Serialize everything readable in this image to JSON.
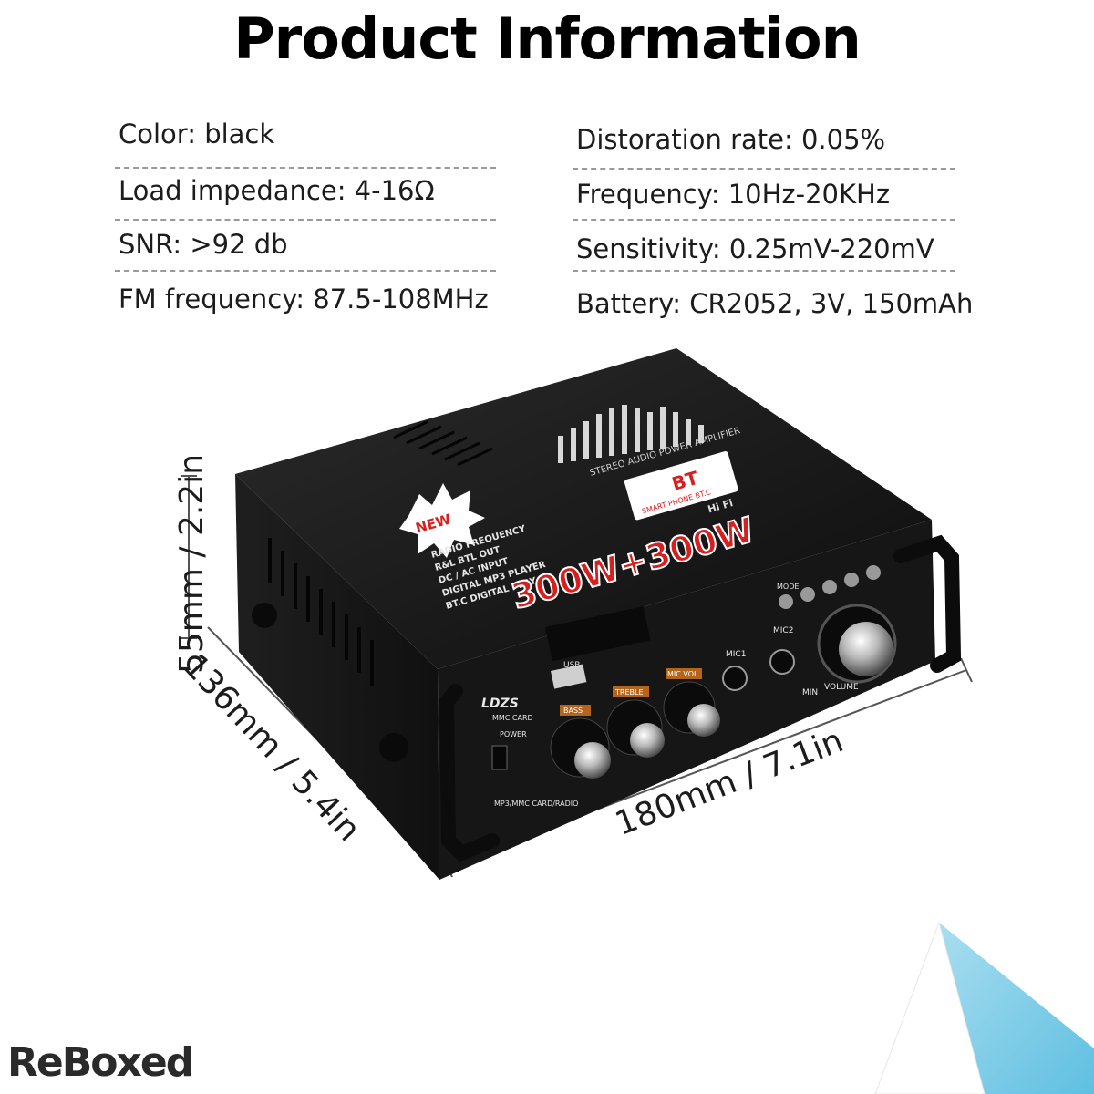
{
  "title": "Product Information",
  "specs_left": [
    {
      "text": "Color: black"
    },
    {
      "text": "Load impedance: 4-16Ω"
    },
    {
      "text": "SNR: >92 db"
    },
    {
      "text": "FM frequency: 87.5-108MHz"
    }
  ],
  "specs_right": [
    {
      "text": "Distoration rate: 0.05%"
    },
    {
      "text": "Frequency: 10Hz-20KHz"
    },
    {
      "text": "Sensitivity: 0.25mV-220mV"
    },
    {
      "text": "Battery: CR2052, 3V, 150mAh"
    }
  ],
  "dimensions": {
    "height": "55mm / 2.2in",
    "depth": "136mm / 5.4in",
    "width": "180mm / 7.1in"
  },
  "device": {
    "badge": "NEW",
    "features": [
      "RADIO FREQUENCY",
      "R&L BTL OUT",
      "DC / AC INPUT",
      "DIGITAL MP3 PLAYER",
      "BT.C DIGITAL PLAY"
    ],
    "power": "300W+300W",
    "bt_label": "BT",
    "bt_sub": "SMART PHONE BT.C",
    "hifi": "Hi Fi",
    "stereo": "STEREO AUDIO POWER AMPLIFIER",
    "brand": "LDZS",
    "usb": "USB",
    "mmc": "MMC CARD",
    "bass": "BASS",
    "treble": "TREBLE",
    "mic_vol": "MIC.VOL",
    "mic1": "MIC1",
    "mic2": "MIC2",
    "mode": "MODE",
    "volume": "VOLUME",
    "min": "MIN",
    "power_label": "POWER",
    "bottom_text": "MP3/MMC CARD/RADIO"
  },
  "brand_logo": "ReBoxed",
  "colors": {
    "accent_red": "#d61f1f",
    "corner_blue": "#7cc7e3",
    "device_black": "#151515"
  }
}
